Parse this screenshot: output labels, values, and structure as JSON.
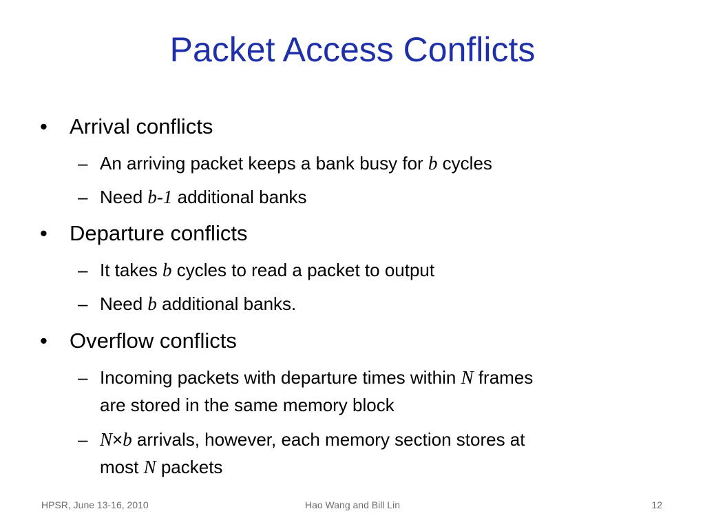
{
  "slide": {
    "title": "Packet Access Conflicts",
    "bullet_glyph": "•",
    "dash_glyph": "–",
    "sections": [
      {
        "heading": "Arrival conflicts",
        "items": [
          {
            "pre": "An arriving packet keeps a bank busy for ",
            "math": "b",
            "post": " cycles"
          },
          {
            "pre": "Need ",
            "math": "b-1",
            "post": " additional banks"
          }
        ]
      },
      {
        "heading": "Departure conflicts",
        "items": [
          {
            "pre": "It takes ",
            "math": "b",
            "post": " cycles to read a packet to output"
          },
          {
            "pre": "Need ",
            "math": "b",
            "post": " additional banks."
          }
        ]
      },
      {
        "heading": "Overflow conflicts",
        "items": [
          {
            "pre": "Incoming packets with departure times within ",
            "math": "N",
            "post": " frames",
            "line2": "are stored in the same memory block"
          },
          {
            "math_a": "N",
            "times": "×",
            "math_b": "b",
            "post": " arrivals, however, each memory section stores at",
            "line2_pre": "most ",
            "line2_math": "N",
            "line2_post": " packets"
          }
        ]
      }
    ],
    "footer": {
      "left": "HPSR, June 13-16, 2010",
      "center": "Hao Wang and Bill Lin",
      "right": "12"
    }
  }
}
